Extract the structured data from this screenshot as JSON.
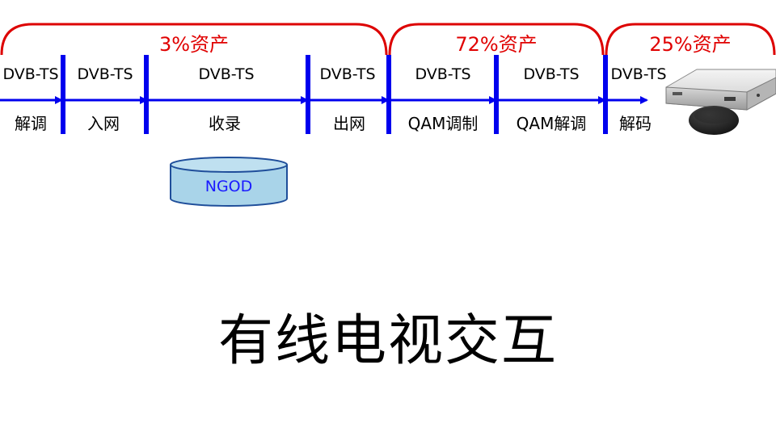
{
  "colors": {
    "flow": "#0000ee",
    "bracket": "#dd0000",
    "asset_text": "#e00000",
    "cylinder_fill": "#a9d4e9",
    "cylinder_stroke": "#1f4e9a"
  },
  "assets": [
    {
      "label": "3%资产"
    },
    {
      "label": "72%资产"
    },
    {
      "label": "25%资产"
    }
  ],
  "segments": [
    {
      "ts": "DVB-TS",
      "step": "解调"
    },
    {
      "ts": "DVB-TS",
      "step": "入网"
    },
    {
      "ts": "DVB-TS",
      "step": "收录"
    },
    {
      "ts": "DVB-TS",
      "step": "出网"
    },
    {
      "ts": "DVB-TS",
      "step": "QAM调制"
    },
    {
      "ts": "DVB-TS",
      "step": "QAM解调"
    },
    {
      "ts": "DVB-TS",
      "step": "解码"
    }
  ],
  "storage": {
    "label": "NGOD"
  },
  "device": {
    "icon": "set-top-box-icon"
  },
  "title": "有线电视交互"
}
